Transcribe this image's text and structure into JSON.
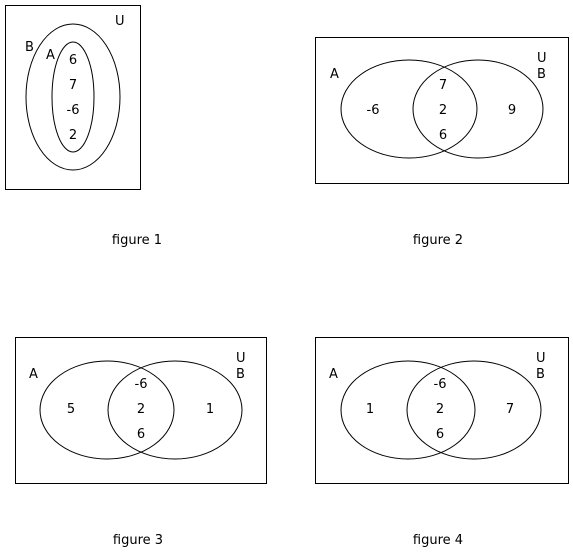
{
  "figures": [
    {
      "caption": "figure 1",
      "universe_label": "U",
      "set_labels": [
        "B",
        "A"
      ],
      "inner_elements": [
        "6",
        "7",
        "-6",
        "2"
      ]
    },
    {
      "caption": "figure 2",
      "universe_label": "U",
      "set_labels": [
        "A",
        "B"
      ],
      "only_a": [
        "-6"
      ],
      "intersection": [
        "7",
        "2",
        "6"
      ],
      "only_b": [
        "9"
      ]
    },
    {
      "caption": "figure 3",
      "universe_label": "U",
      "set_labels": [
        "A",
        "B"
      ],
      "only_a": [
        "5"
      ],
      "intersection": [
        "-6",
        "2",
        "6"
      ],
      "only_b": [
        "1"
      ]
    },
    {
      "caption": "figure 4",
      "universe_label": "U",
      "set_labels": [
        "A",
        "B"
      ],
      "only_a": [
        "1"
      ],
      "intersection": [
        "-6",
        "2",
        "6"
      ],
      "only_b": [
        "7"
      ]
    }
  ]
}
